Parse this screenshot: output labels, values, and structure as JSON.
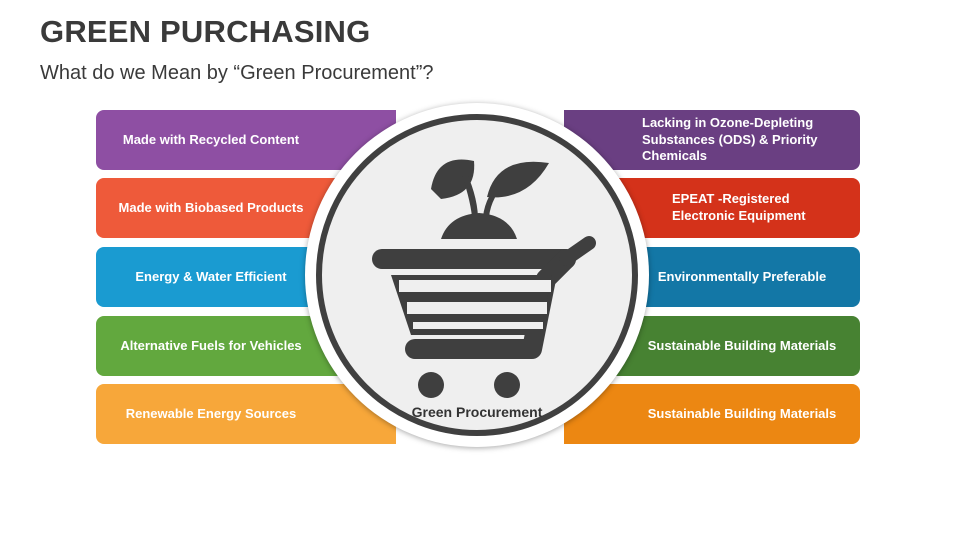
{
  "header": {
    "title": "GREEN PURCHASING",
    "subtitle": "What do we Mean by “Green Procurement”?"
  },
  "center": {
    "label": "Green Procurement",
    "icon": "shopping-cart-with-sprout-icon"
  },
  "left_items": [
    {
      "label": "Made with Recycled Content",
      "color": "#8e4fa3"
    },
    {
      "label": "Made with Biobased Products",
      "color": "#ee5a3a"
    },
    {
      "label": "Energy & Water Efficient",
      "color": "#1a9bd1"
    },
    {
      "label": "Alternative Fuels for Vehicles",
      "color": "#62a83e"
    },
    {
      "label": "Renewable Energy Sources",
      "color": "#f7a73a"
    }
  ],
  "right_items": [
    {
      "label": "Lacking in Ozone-Depleting Substances (ODS) & Priority Chemicals",
      "color": "#6a3f82"
    },
    {
      "label": "EPEAT -Registered Electronic Equipment",
      "color": "#d4321a"
    },
    {
      "label": "Environmentally Preferable",
      "color": "#1377a6"
    },
    {
      "label": "Sustainable Building Materials",
      "color": "#478232"
    },
    {
      "label": "Sustainable Building Materials",
      "color": "#ec8712"
    }
  ]
}
